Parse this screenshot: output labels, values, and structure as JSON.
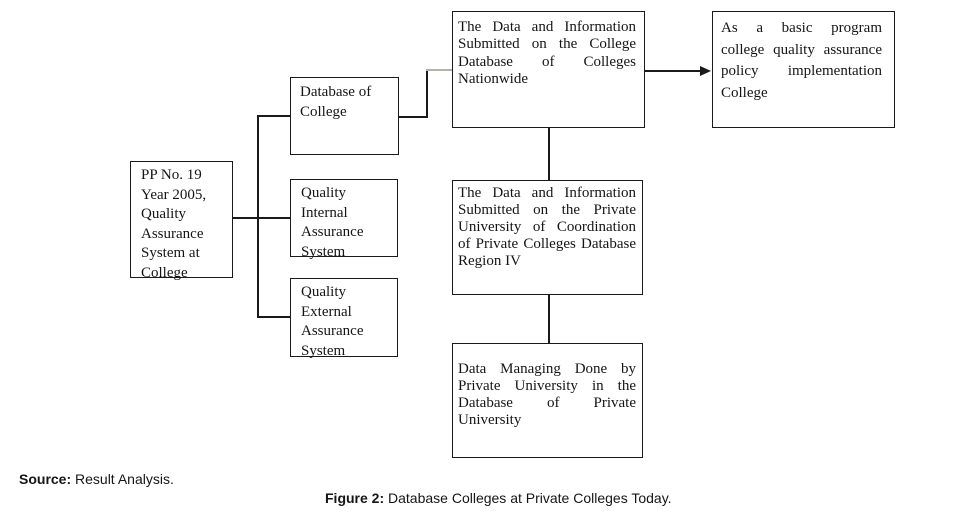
{
  "colors": {
    "line": "#1a1a1a",
    "gray_connector": "#b5b3a9",
    "text": "#151515",
    "background": "#ffffff"
  },
  "diagram": {
    "boxes": {
      "pp_no_19": {
        "text": "PP No. 19\nYear 2005,\nQuality\nAssurance\nSystem at\nCollege"
      },
      "database_of_college": {
        "text": "Database of\nCollege"
      },
      "quality_internal": {
        "text": "Quality\nInternal\nAssurance\nSystem"
      },
      "quality_external": {
        "text": "Quality\nExternal\nAssurance\nSystem"
      },
      "college_nationwide": {
        "text": "The Data and Information Submitted on the College Database of Colleges Nationwide"
      },
      "private_region_iv": {
        "text": "The Data and Information Submitted on the Private University of Coordination of Private Colleges Database Region IV"
      },
      "data_managing": {
        "text": "Data Managing Done by Private University in the Database of Private University"
      },
      "policy_implementation": {
        "text": "As a basic program college quality assurance policy implementation College"
      }
    }
  },
  "captions": {
    "source_label": "Source:",
    "source_text": " Result Analysis.",
    "figure_label": "Figure 2:",
    "figure_text": " Database Colleges at Private Colleges Today."
  }
}
